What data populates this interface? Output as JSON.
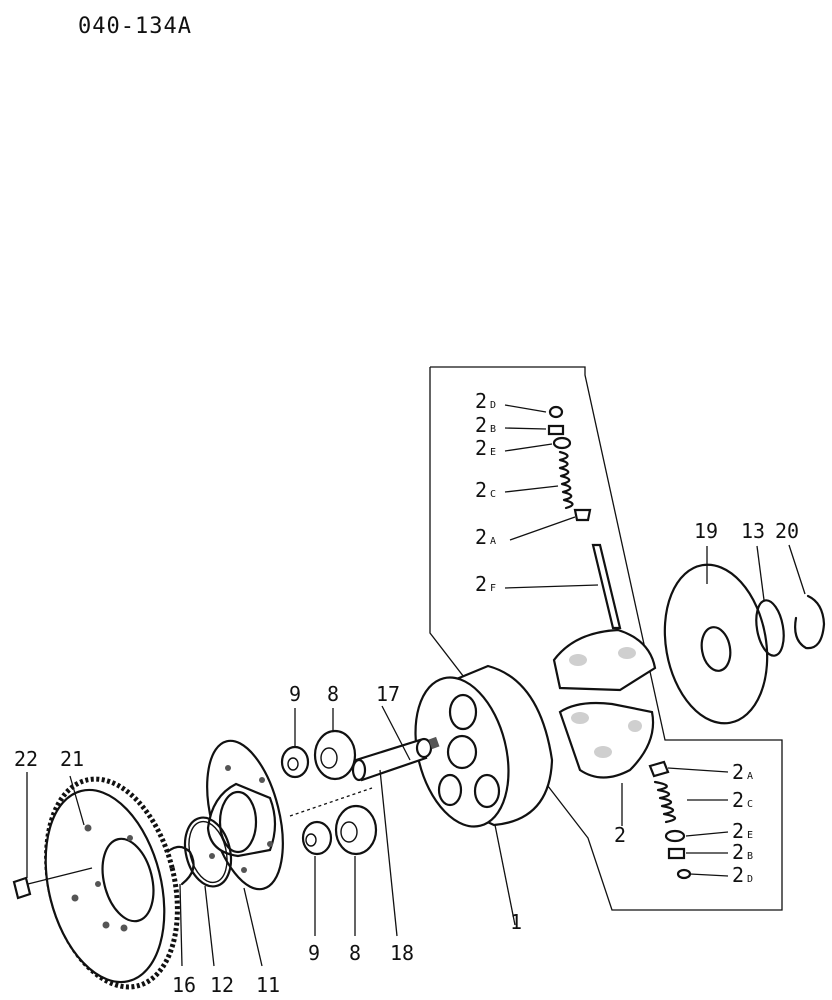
{
  "drawing_code": "040-134A",
  "callouts": {
    "c2D_top": {
      "main": "2",
      "sub": "D"
    },
    "c2B_top": {
      "main": "2",
      "sub": "B"
    },
    "c2E_top": {
      "main": "2",
      "sub": "E"
    },
    "c2C_top": {
      "main": "2",
      "sub": "C"
    },
    "c2A_top": {
      "main": "2",
      "sub": "A"
    },
    "c2F_top": {
      "main": "2",
      "sub": "F"
    },
    "c2A_bot": {
      "main": "2",
      "sub": "A"
    },
    "c2C_bot": {
      "main": "2",
      "sub": "C"
    },
    "c2E_bot": {
      "main": "2",
      "sub": "E"
    },
    "c2B_bot": {
      "main": "2",
      "sub": "B"
    },
    "c2D_bot": {
      "main": "2",
      "sub": "D"
    },
    "c19": "19",
    "c13": "13",
    "c20": "20",
    "c17": "17",
    "c9_top": "9",
    "c8_top": "8",
    "c22": "22",
    "c21": "21",
    "c2": "2",
    "c1": "1",
    "c9_bot": "9",
    "c8_bot": "8",
    "c18": "18",
    "c16": "16",
    "c12": "12",
    "c11": "11"
  }
}
